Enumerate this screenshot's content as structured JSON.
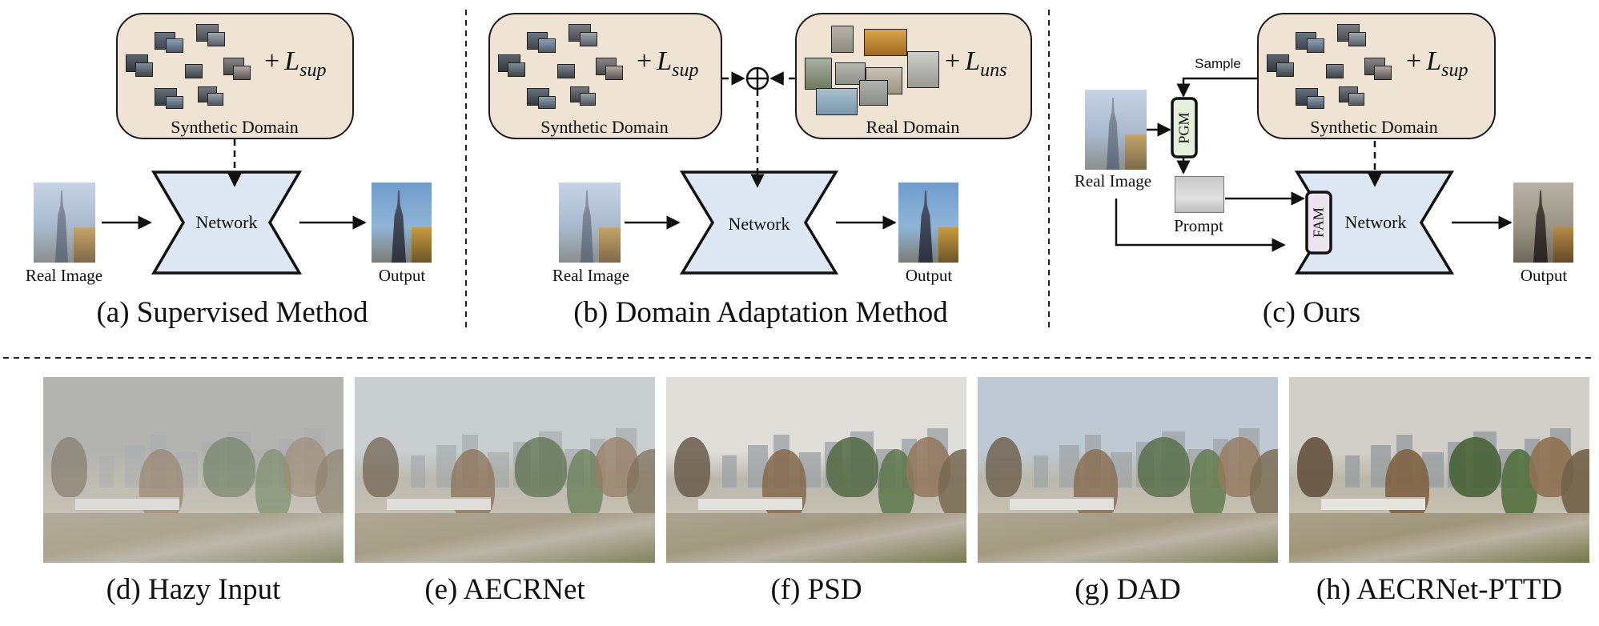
{
  "panels": {
    "a": {
      "caption": "(a) Supervised Method",
      "domain_label": "Synthetic Domain",
      "loss_plus": "+",
      "loss_symbol": "L",
      "loss_sub": "sup",
      "network": "Network",
      "input_label": "Real Image",
      "output_label": "Output"
    },
    "b": {
      "caption": "(b) Domain Adaptation Method",
      "syn_label": "Synthetic Domain",
      "real_label": "Real Domain",
      "loss_plus": "+",
      "syn_loss_symbol": "L",
      "syn_loss_sub": "sup",
      "real_loss_symbol": "L",
      "real_loss_sub": "uns",
      "network": "Network",
      "input_label": "Real Image",
      "output_label": "Output"
    },
    "c": {
      "caption": "(c) Ours",
      "domain_label": "Synthetic Domain",
      "loss_plus": "+",
      "loss_symbol": "L",
      "loss_sub": "sup",
      "sample_label": "Sample",
      "pgm_label": "PGM",
      "fam_label": "FAM",
      "prompt_label": "Prompt",
      "network": "Network",
      "input_label": "Real Image",
      "output_label": "Output"
    }
  },
  "results": [
    {
      "caption": "(d) Hazy Input",
      "sky": "#a9aaa6",
      "haze": 0.62
    },
    {
      "caption": "(e) AECRNet",
      "sky": "#c9d0d3",
      "haze": 0.42
    },
    {
      "caption": "(f) PSD",
      "sky": "#e4e2dc",
      "haze": 0.25
    },
    {
      "caption": "(g) DAD",
      "sky": "#bcc9d8",
      "haze": 0.3
    },
    {
      "caption": "(h) AECRNet-PTTD",
      "sky": "#d3d0ca",
      "haze": 0.15
    }
  ],
  "colors": {
    "domain_fill": "#efe3d4",
    "network_fill": "#dde8f4",
    "pgm_fill": "#e4f0da",
    "fam_fill": "#ece4ee"
  }
}
